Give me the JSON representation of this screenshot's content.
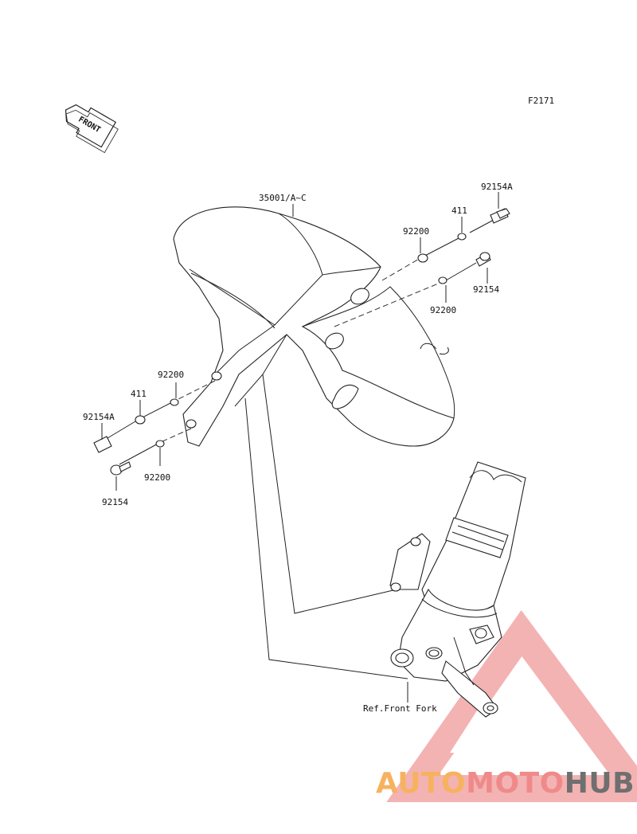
{
  "figure_code": "F2171",
  "front_arrow_label": "FRONT",
  "parts": {
    "fender": "35001/A~C",
    "bolt_a_right": "92154A",
    "washer_411_right": "411",
    "washer_92200_right_upper": "92200",
    "bolt_right": "92154",
    "washer_92200_right_lower": "92200",
    "washer_92200_left_upper": "92200",
    "washer_411_left": "411",
    "bolt_a_left": "92154A",
    "washer_92200_left_lower": "92200",
    "bolt_left": "92154"
  },
  "reference": "Ref.Front Fork",
  "watermark": {
    "part1": "AUTO",
    "part2": "MOTO",
    "part3": "HUB",
    "color1": "#f6b25e",
    "color2": "#f08a8a",
    "color3": "#6f6f6f",
    "triangle_color": "#f0a0a0"
  }
}
